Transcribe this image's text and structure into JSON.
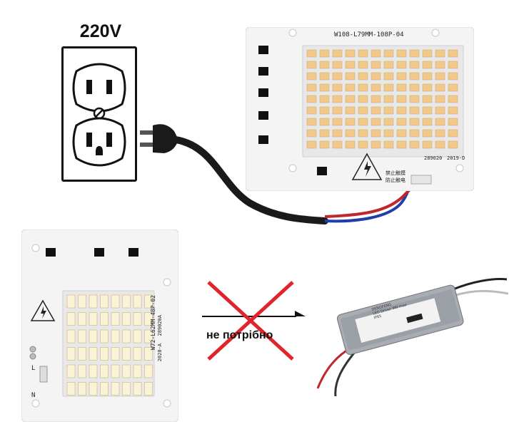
{
  "voltage_label": "220V",
  "top_board": {
    "model": "W108-L79MM-108P-04",
    "code": "289020",
    "date": "2019-D",
    "warning_line1": "禁止触摸",
    "warning_line2": "防止触电"
  },
  "bottom_board": {
    "model": "W72-L62MM-48P-02",
    "code": "289020A",
    "date": "2020-A",
    "pin_l": "L",
    "pin_n": "N"
  },
  "driver": {
    "brand": "DENGFENG",
    "title": "LED Driver 9W max",
    "rating": "IP65"
  },
  "not_needed_text": "не потрібно",
  "colors": {
    "led": "#f2c98a",
    "led_cool": "#fbf3d6",
    "pcb": "#f4f4f4",
    "cable": "#1a1a1a",
    "wire_blue": "#1f3ea8",
    "wire_red": "#c0262d",
    "cross": "#e0242c",
    "driver_body": "#a9adb3"
  }
}
